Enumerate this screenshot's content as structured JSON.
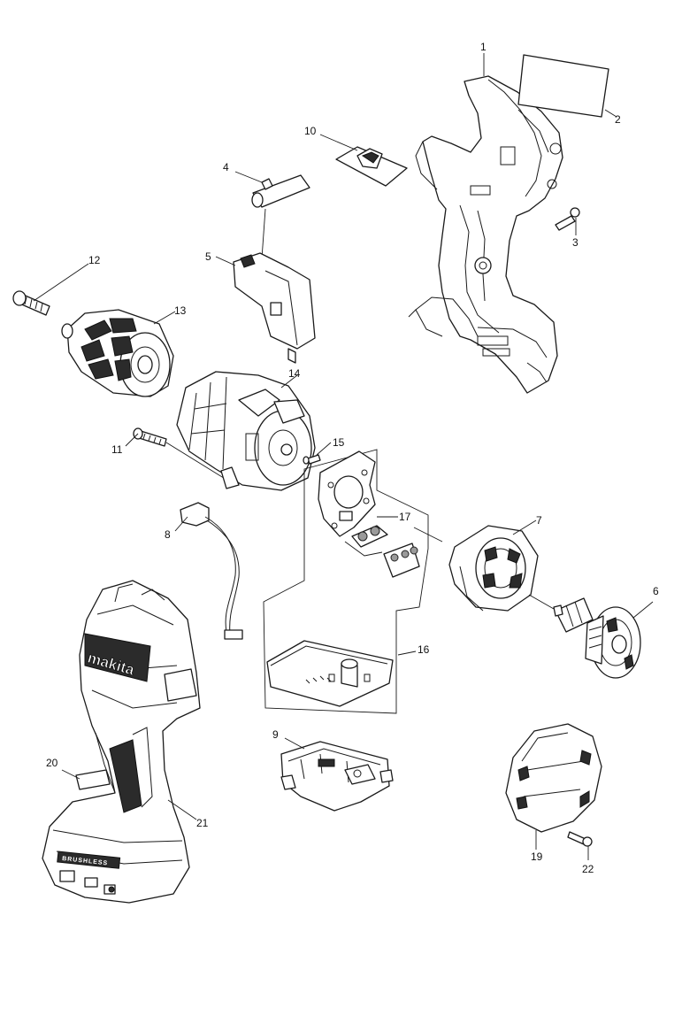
{
  "labels": {
    "p1": "1",
    "p2": "2",
    "p3": "3",
    "p4": "4",
    "p5": "5",
    "p6": "6",
    "p7": "7",
    "p8": "8",
    "p9": "9",
    "p10": "10",
    "p11": "11",
    "p12": "12",
    "p13": "13",
    "p14": "14",
    "p15": "15",
    "p16": "16",
    "p17": "17",
    "p19": "19",
    "p20": "20",
    "p21": "21",
    "p22": "22"
  },
  "branding": {
    "logo": "makita",
    "housing_text": "BRUSHLESS"
  }
}
